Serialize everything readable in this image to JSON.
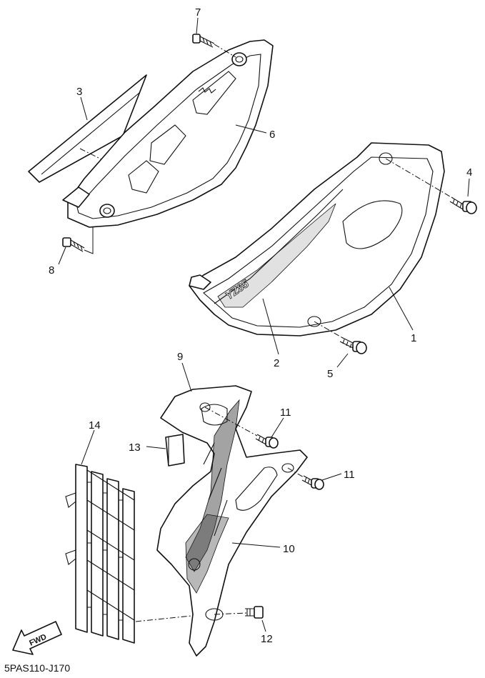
{
  "diagram_code": "5PAS110-J170",
  "fwd_label": "FWD",
  "side_cover_logo": "YZ85",
  "callouts": {
    "c1": "1",
    "c2": "2",
    "c3": "3",
    "c4": "4",
    "c5": "5",
    "c6": "6",
    "c7": "7",
    "c8": "8",
    "c9": "9",
    "c10": "10",
    "c11a": "11",
    "c11b": "11",
    "c12": "12",
    "c13": "13",
    "c14": "14"
  }
}
